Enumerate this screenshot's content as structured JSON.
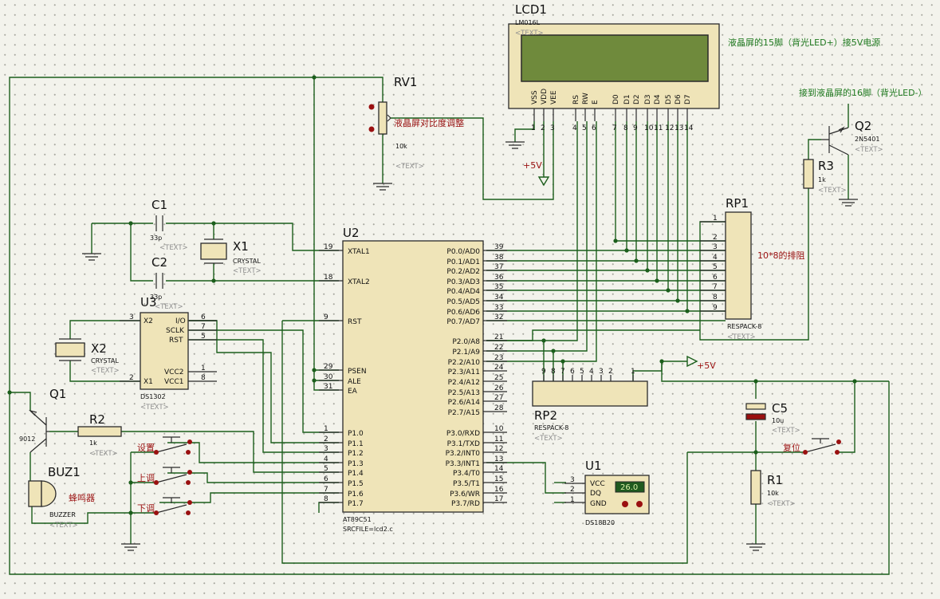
{
  "components": {
    "lcd": {
      "ref": "LCD1",
      "part": "LM016L",
      "text": "<TEXT>",
      "pins": [
        "VSS",
        "VDD",
        "VEE",
        "RS",
        "RW",
        "E",
        "D0",
        "D1",
        "D2",
        "D3",
        "D4",
        "D5",
        "D6",
        "D7"
      ],
      "pin_numbers": [
        "1",
        "2",
        "3",
        "4",
        "5",
        "6",
        "7",
        "8",
        "9",
        "10",
        "11",
        "12",
        "13",
        "14"
      ]
    },
    "rv1": {
      "ref": "RV1",
      "value": "10k",
      "text": "<TEXT>"
    },
    "c1": {
      "ref": "C1",
      "value": "33p",
      "text": "<TEXT>"
    },
    "c2": {
      "ref": "C2",
      "value": "33p",
      "text": "<TEXT>"
    },
    "x1": {
      "ref": "X1",
      "part": "CRYSTAL",
      "text": "<TEXT>"
    },
    "x2": {
      "ref": "X2",
      "part": "CRYSTAL",
      "text": "<TEXT>"
    },
    "u2": {
      "ref": "U2",
      "part": "AT89C51",
      "src": "SRCFILE=lcd2.c",
      "left_pins": [
        {
          "n": "19",
          "name": "XTAL1"
        },
        {
          "n": "18",
          "name": "XTAL2"
        },
        {
          "n": "9",
          "name": "RST"
        },
        {
          "n": "29",
          "name": "PSEN"
        },
        {
          "n": "30",
          "name": "ALE"
        },
        {
          "n": "31",
          "name": "EA"
        },
        {
          "n": "1",
          "name": "P1.0"
        },
        {
          "n": "2",
          "name": "P1.1"
        },
        {
          "n": "3",
          "name": "P1.2"
        },
        {
          "n": "4",
          "name": "P1.3"
        },
        {
          "n": "5",
          "name": "P1.4"
        },
        {
          "n": "6",
          "name": "P1.5"
        },
        {
          "n": "7",
          "name": "P1.6"
        },
        {
          "n": "8",
          "name": "P1.7"
        }
      ],
      "right_pins": [
        {
          "n": "39",
          "name": "P0.0/AD0"
        },
        {
          "n": "38",
          "name": "P0.1/AD1"
        },
        {
          "n": "37",
          "name": "P0.2/AD2"
        },
        {
          "n": "36",
          "name": "P0.3/AD3"
        },
        {
          "n": "35",
          "name": "P0.4/AD4"
        },
        {
          "n": "34",
          "name": "P0.5/AD5"
        },
        {
          "n": "33",
          "name": "P0.6/AD6"
        },
        {
          "n": "32",
          "name": "P0.7/AD7"
        },
        {
          "n": "21",
          "name": "P2.0/A8"
        },
        {
          "n": "22",
          "name": "P2.1/A9"
        },
        {
          "n": "23",
          "name": "P2.2/A10"
        },
        {
          "n": "24",
          "name": "P2.3/A11"
        },
        {
          "n": "25",
          "name": "P2.4/A12"
        },
        {
          "n": "26",
          "name": "P2.5/A13"
        },
        {
          "n": "27",
          "name": "P2.6/A14"
        },
        {
          "n": "28",
          "name": "P2.7/A15"
        },
        {
          "n": "10",
          "name": "P3.0/RXD"
        },
        {
          "n": "11",
          "name": "P3.1/TXD"
        },
        {
          "n": "12",
          "name": "P3.2/INT0"
        },
        {
          "n": "13",
          "name": "P3.3/INT1"
        },
        {
          "n": "14",
          "name": "P3.4/T0"
        },
        {
          "n": "15",
          "name": "P3.5/T1"
        },
        {
          "n": "16",
          "name": "P3.6/WR"
        },
        {
          "n": "17",
          "name": "P3.7/RD"
        }
      ]
    },
    "u3": {
      "ref": "U3",
      "part": "DS1302",
      "text": "<TEXT>",
      "pins_left": [
        {
          "n": "3",
          "name": "X2"
        },
        {
          "n": "2",
          "name": "X1"
        }
      ],
      "pins_right": [
        {
          "n": "6",
          "name": "I/O"
        },
        {
          "n": "7",
          "name": "SCLK"
        },
        {
          "n": "5",
          "name": "RST"
        },
        {
          "n": "1",
          "name": "VCC2"
        },
        {
          "n": "8",
          "name": "VCC1"
        }
      ]
    },
    "rp1": {
      "ref": "RP1",
      "part": "RESPACK-8",
      "text": "<TEXT>",
      "note": "10*8的排阻",
      "pins": [
        "1",
        "2",
        "3",
        "4",
        "5",
        "6",
        "7",
        "8",
        "9"
      ]
    },
    "rp2": {
      "ref": "RP2",
      "part": "RESPACK-8",
      "text": "<TEXT>",
      "pins": [
        "9",
        "8",
        "7",
        "6",
        "5",
        "4",
        "3",
        "2",
        "1"
      ]
    },
    "q1": {
      "ref": "Q1",
      "part": "9012"
    },
    "q2": {
      "ref": "Q2",
      "part": "2N5401",
      "text": "<TEXT>"
    },
    "r1": {
      "ref": "R1",
      "value": "10k",
      "text": "<TEXT>"
    },
    "r2": {
      "ref": "R2",
      "value": "1k",
      "text": "<TEXT>"
    },
    "r3": {
      "ref": "R3",
      "value": "1k",
      "text": "<TEXT>"
    },
    "c5": {
      "ref": "C5",
      "value": "10u",
      "text": "<TEXT>"
    },
    "u1": {
      "ref": "U1",
      "part": "DS18B20",
      "display": "26.0",
      "pins": [
        {
          "n": "3",
          "name": "VCC"
        },
        {
          "n": "2",
          "name": "DQ"
        },
        {
          "n": "1",
          "name": "GND"
        }
      ]
    },
    "buz1": {
      "ref": "BUZ1",
      "part": "BUZZER",
      "text": "<TEXT>",
      "note": "蜂鸣器"
    }
  },
  "labels": {
    "rv_note": "液晶屏对比度调整",
    "backlight_plus": "液晶屏的15脚（背光LED+）接5V电源",
    "backlight_minus": "接到液晶屏的16脚（背光LED-）",
    "plus5v_a": "+5V",
    "plus5v_b": "+5V",
    "btn_set": "设置",
    "btn_up": "上调",
    "btn_down": "下调",
    "btn_reset": "复位"
  },
  "colors": {
    "wire": "#1b5e1b",
    "body": "#efe4b8",
    "lcd_screen": "#6f8a3c",
    "note_red": "#9a1010",
    "note_green": "#1f7a1f",
    "background": "#f3f3ec"
  }
}
